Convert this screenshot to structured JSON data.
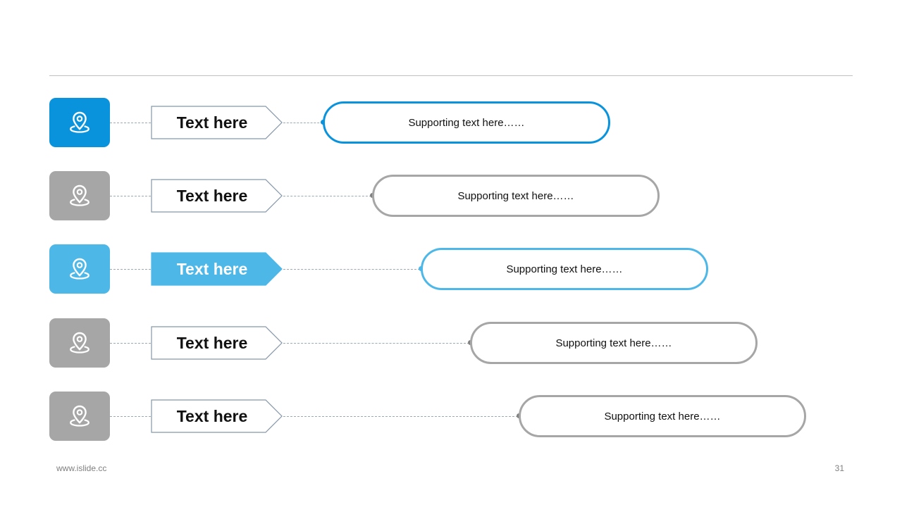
{
  "colors": {
    "blue": "#0a93dd",
    "light_blue": "#4db8e8",
    "gray": "#a6a6a6",
    "outline": "#8496a8"
  },
  "rows": [
    {
      "icon": "location-pin-icon",
      "label": "Text here",
      "supporting": "Supporting text here……",
      "color": "#0a93dd",
      "highlight": false
    },
    {
      "icon": "location-pin-icon",
      "label": "Text here",
      "supporting": "Supporting text here……",
      "color": "#a6a6a6",
      "highlight": false
    },
    {
      "icon": "location-pin-icon",
      "label": "Text here",
      "supporting": "Supporting text here……",
      "color": "#4db8e8",
      "highlight": true
    },
    {
      "icon": "location-pin-icon",
      "label": "Text here",
      "supporting": "Supporting text here……",
      "color": "#a6a6a6",
      "highlight": false
    },
    {
      "icon": "location-pin-icon",
      "label": "Text here",
      "supporting": "Supporting text here……",
      "color": "#a6a6a6",
      "highlight": false
    }
  ],
  "footer": {
    "website": "www.islide.cc",
    "page_number": "31"
  }
}
